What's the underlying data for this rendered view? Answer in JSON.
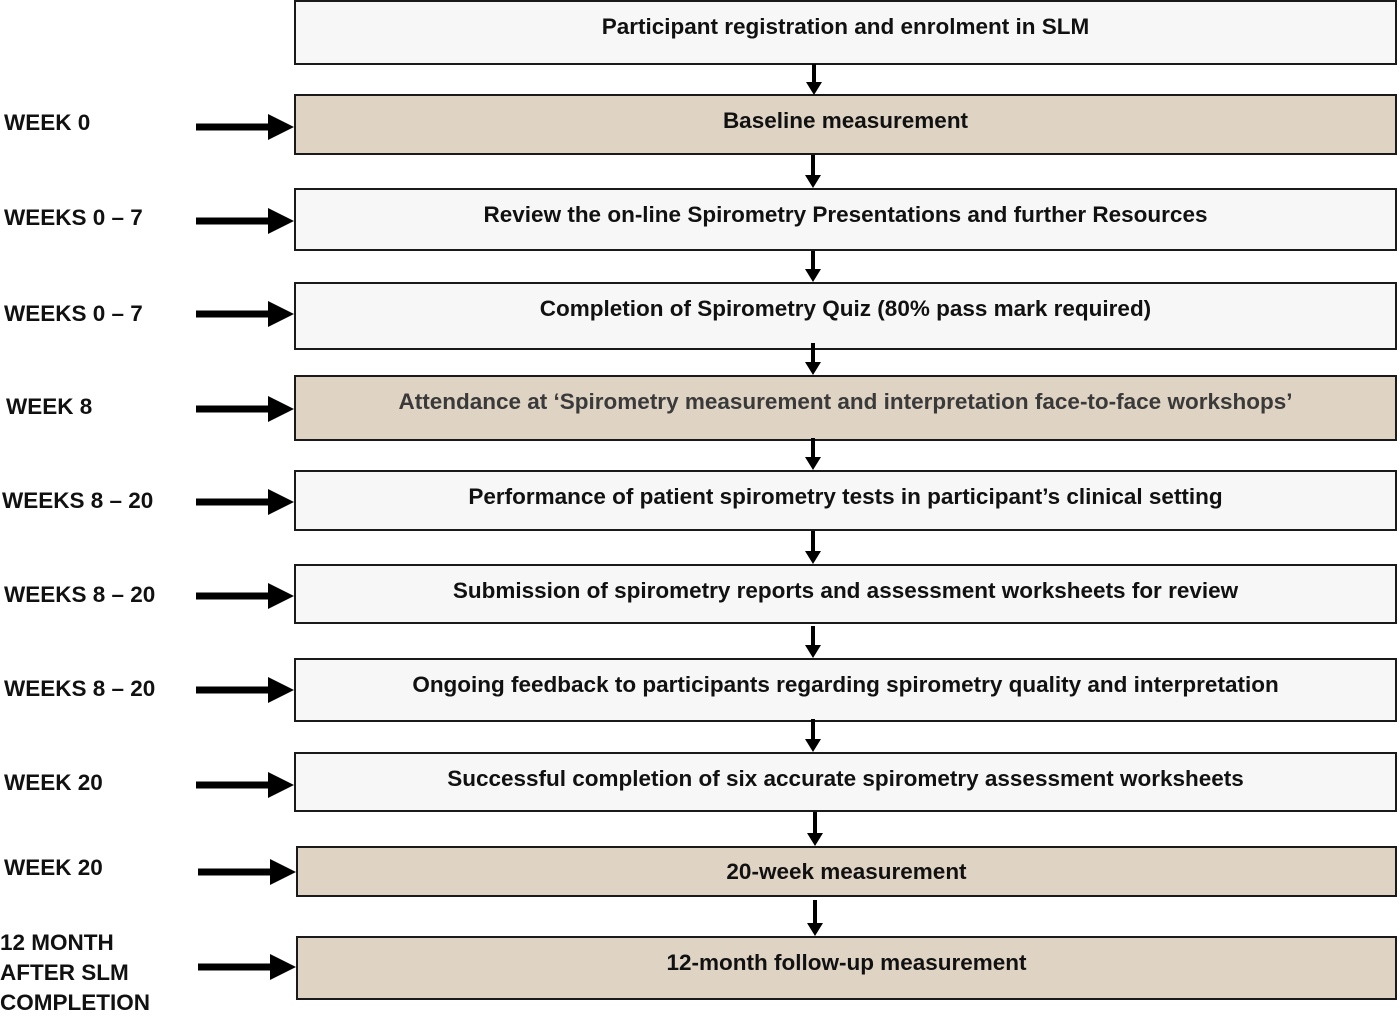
{
  "flow": {
    "steps": [
      {
        "label": "Participant registration and enrolment in SLM",
        "week": "",
        "shaded": false
      },
      {
        "label": "Baseline measurement",
        "week": "WEEK 0",
        "shaded": true
      },
      {
        "label": "Review the on-line Spirometry Presentations and further Resources",
        "week": "WEEKS 0 – 7",
        "shaded": false
      },
      {
        "label": "Completion of Spirometry Quiz (80% pass mark required)",
        "week": "WEEKS 0 – 7",
        "shaded": false
      },
      {
        "label": "Attendance at ‘Spirometry measurement and interpretation face-to-face workshops’",
        "week": "WEEK 8",
        "shaded": true
      },
      {
        "label": "Performance of patient spirometry tests in participant’s clinical setting",
        "week": "WEEKS 8 – 20",
        "shaded": false
      },
      {
        "label": "Submission of spirometry reports and assessment worksheets for review",
        "week": "WEEKS 8 – 20",
        "shaded": false
      },
      {
        "label": "Ongoing feedback to participants regarding spirometry quality and interpretation",
        "week": "WEEKS 8 – 20",
        "shaded": false
      },
      {
        "label": "Successful completion of six accurate spirometry assessment worksheets",
        "week": "WEEK 20",
        "shaded": false
      },
      {
        "label": "20-week measurement",
        "week": "WEEK 20",
        "shaded": true
      },
      {
        "label": "12-month follow-up measurement",
        "week": "12 MONTH\nAFTER SLM\nCOMPLETION",
        "shaded": true
      }
    ]
  },
  "colors": {
    "shaded_fill": "#dfd3c3",
    "plain_fill": "#f7f7f7",
    "line": "#000000"
  }
}
